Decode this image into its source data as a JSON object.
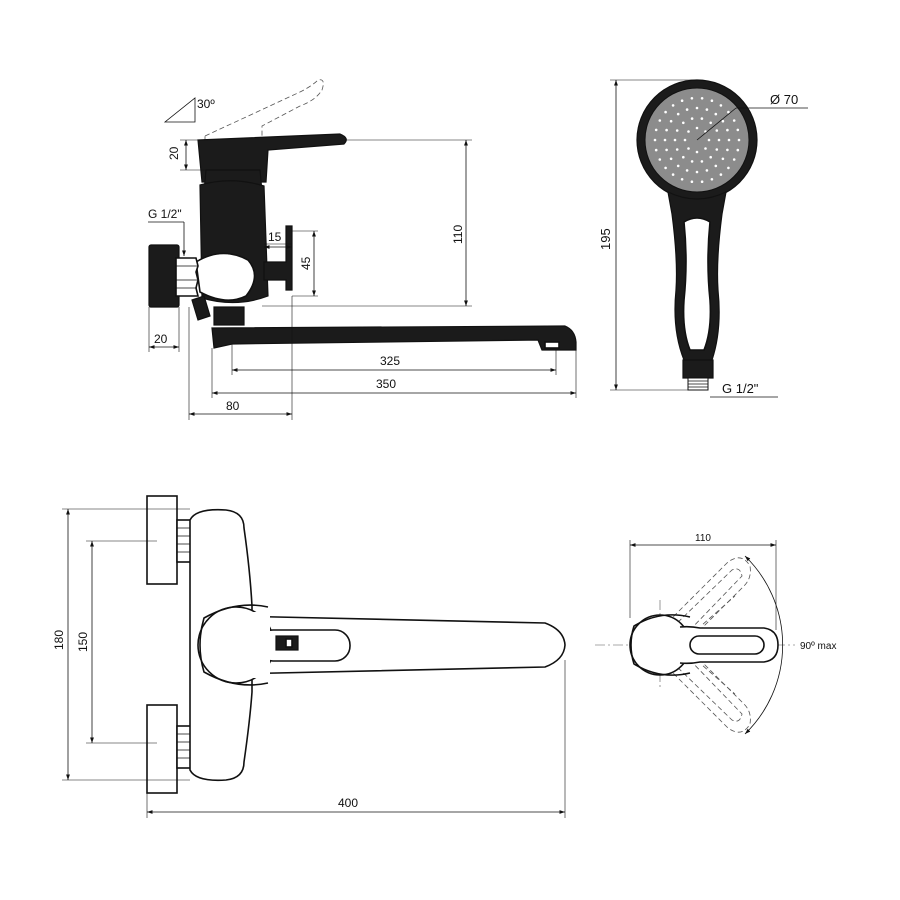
{
  "labels": {
    "angle_30": "30º",
    "handle_height": "20",
    "thread_mixer": "G 1/2\"",
    "wall_depth": "20",
    "spout_height": "110",
    "outlet_width": "15",
    "outlet_height": "45",
    "spout_325": "325",
    "spout_350": "350",
    "body_80": "80",
    "head_diameter": "Ø 70",
    "shower_length": "195",
    "thread_shower": "G 1/2\"",
    "front_height": "180",
    "connector_spacing": "150",
    "total_length": "400",
    "handle_sweep": "110",
    "swivel": "90º max"
  },
  "colors": {
    "line": "#111111",
    "fill_dark": "#1b1b1b",
    "head_face": "#8c8c8c",
    "background": "#ffffff"
  }
}
